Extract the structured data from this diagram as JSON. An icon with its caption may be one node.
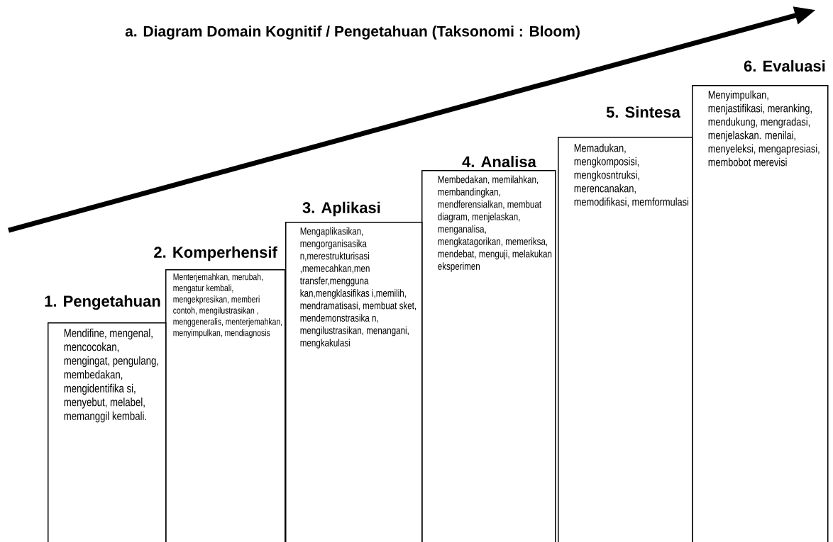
{
  "diagram": {
    "title": "a. Diagram Domain Kognitif / Pengetahuan (Taksonomi : Bloom)",
    "nodes": [
      {
        "text": [
          "1. Pengetahuan",
          "Mendifine, mengenal, mencocokan, mengingat, pengulang, membedakan, mengidentifika si, menyebut, melabel, memanggil kembali."
        ]
      },
      {
        "text": [
          "2. Komperhensif",
          "Menterjemahkan, merubah, mengatur kembali, mengekpresikan, memberi contoh, mengilustrasikan , menggeneralis, menterjemahkan, menyimpulkan, mendiagnosis"
        ]
      },
      {
        "text": [
          "3. Aplikasi",
          "Mengaplikasikan, mengorganisasika n,merestrukturisasi ,memecahkan,men transfer,mengguna kan,mengklasifikas i,memilih, mendramatisasi, membuat sket, mendemonstrasika n, mengilustrasikan, menangani, mengkakulasi"
        ]
      },
      {
        "text": [
          "4. Analisa",
          "Membedakan, memilahkan, membandingkan, mendferensialkan, membuat diagram, menjelaskan, menganalisa, mengkatagorikan, memeriksa, mendebat, menguji, melakukan eksperimen"
        ]
      },
      {
        "text": [
          "5. Sintesa",
          "Memadukan, mengkomposisi, mengkosntruksi, merencanakan, memodifikasi, memformulasi"
        ]
      },
      {
        "text": [
          "6. Evaluasi",
          "Menyimpulkan, menjastifikasi, meranking, mendukung, mengradasi, menjelaskan. menilai, menyeleksi, mengapresiasi, membobot merevisi"
        ]
      }
    ]
  }
}
